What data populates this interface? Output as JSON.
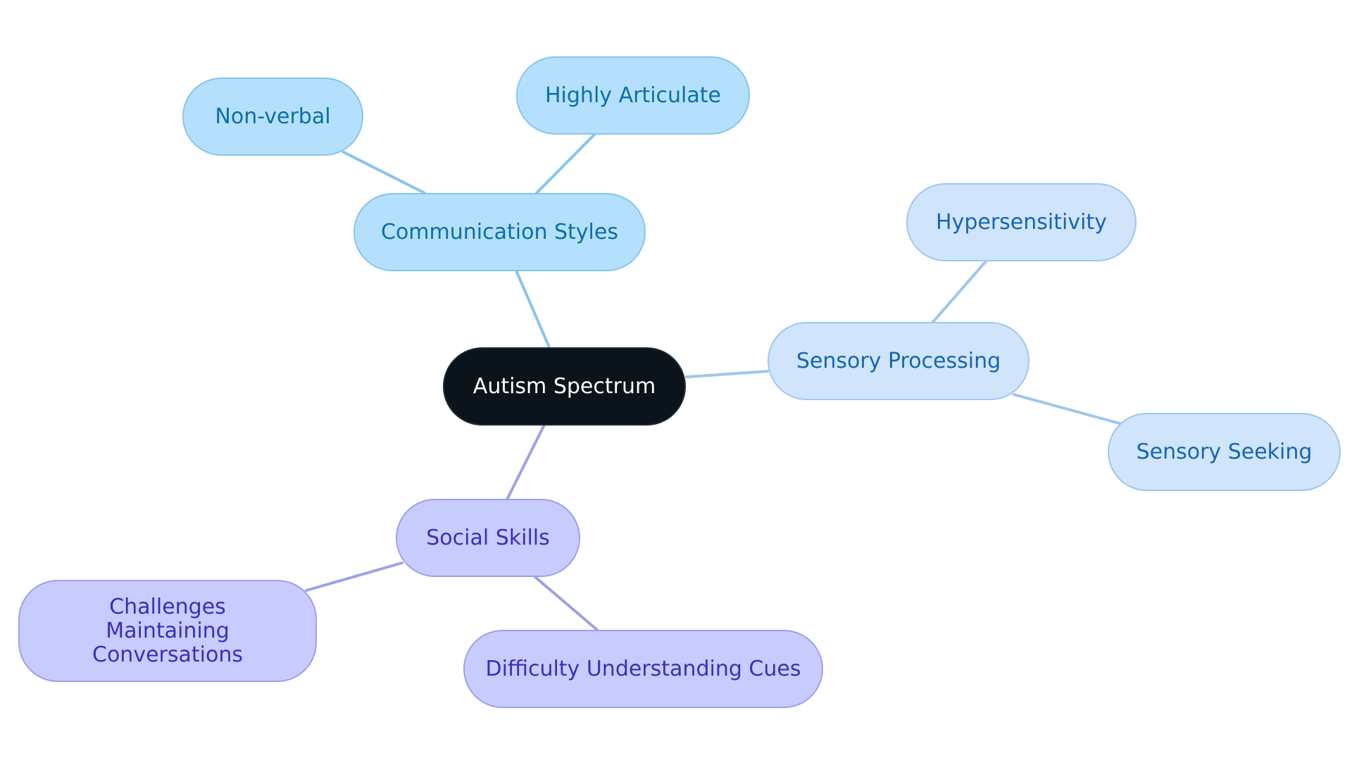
{
  "diagram": {
    "root": {
      "label": "Autism Spectrum"
    },
    "branches": [
      {
        "label": "Communication Styles",
        "color": "#86c4ec",
        "children": [
          {
            "label": "Non-verbal"
          },
          {
            "label": "Highly Articulate"
          }
        ]
      },
      {
        "label": "Sensory Processing",
        "color": "#9fc6ee",
        "children": [
          {
            "label": "Hypersensitivity"
          },
          {
            "label": "Sensory Seeking"
          }
        ]
      },
      {
        "label": "Social Skills",
        "color": "#9da1e6",
        "children": [
          {
            "label": "Challenges Maintaining Conversations"
          },
          {
            "label": "Difficulty Understanding Cues"
          }
        ]
      }
    ]
  }
}
